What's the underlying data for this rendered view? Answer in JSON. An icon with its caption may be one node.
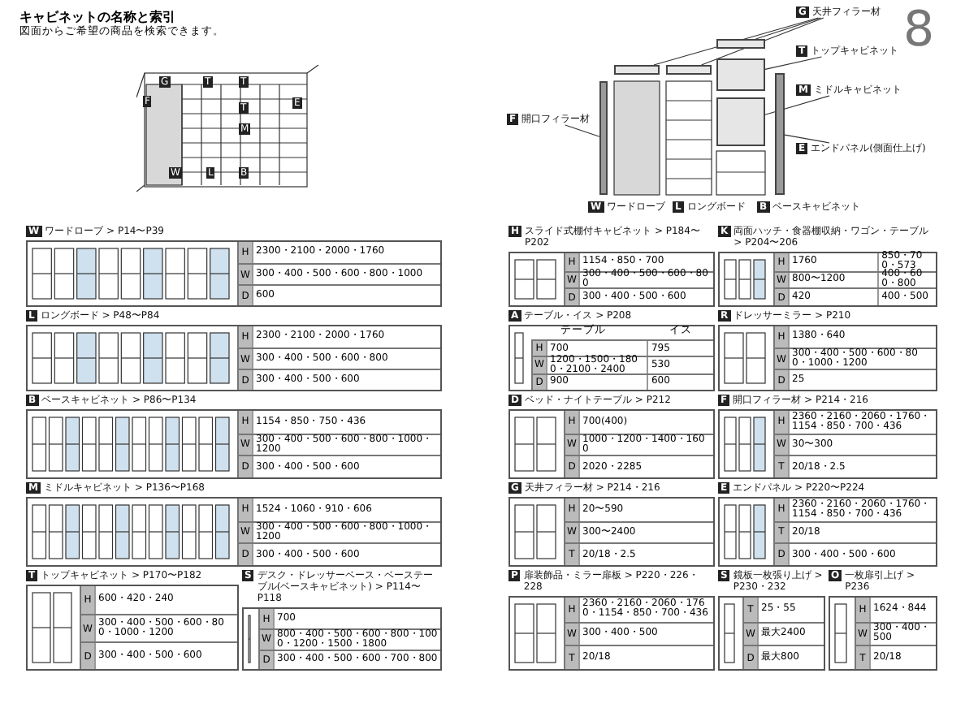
{
  "diagram": {
    "title": "キャビネットの名称と索引",
    "nodes": [
      {
        "text": [
          "W",
          "ワードローブ > P14〜P39"
        ]
      },
      {
        "text": [
          "H",
          "2300・2100・2000・1760"
        ],
        "in": 0
      },
      {
        "text": [
          "W",
          "300・400・500・600・800・1000"
        ],
        "in": 0
      },
      {
        "text": [
          "D",
          "600"
        ],
        "in": 0
      },
      {
        "text": [
          "L",
          "ロングボード > P48〜P84"
        ]
      },
      {
        "text": [
          "H",
          "2300・2100・2000・1760"
        ],
        "in": 4
      },
      {
        "text": [
          "W",
          "300・400・500・600・800"
        ],
        "in": 4
      },
      {
        "text": [
          "D",
          "300・400・500・600"
        ],
        "in": 4
      },
      {
        "text": [
          "B",
          "ベースキャビネット > P86〜P134"
        ]
      },
      {
        "text": [
          "H",
          "1154・850・750・436"
        ],
        "in": 8
      },
      {
        "text": [
          "W",
          "300・400・500・600・800・1000・1200"
        ],
        "in": 8
      },
      {
        "text": [
          "D",
          "300・400・500・600"
        ],
        "in": 8
      },
      {
        "text": [
          "M",
          "ミドルキャビネット > P136〜P168"
        ]
      },
      {
        "text": [
          "H",
          "1524・1060・910・606"
        ],
        "in": 12
      },
      {
        "text": [
          "W",
          "300・400・500・600・800・1000・1200"
        ],
        "in": 12
      },
      {
        "text": [
          "D",
          "300・400・500・600"
        ],
        "in": 12
      },
      {
        "text": [
          "T",
          "トップキャビネット > P170〜P182"
        ]
      },
      {
        "text": [
          "H",
          "600・420・240"
        ],
        "in": 16
      },
      {
        "text": [
          "W",
          "300・400・500・600・800・1000・1200"
        ],
        "in": 16
      },
      {
        "text": [
          "D",
          "300・400・500・600"
        ],
        "in": 16
      },
      {
        "text": [
          "S",
          "デスク・ドレッサーベース・ベーステーブル(ベースキャビネット) > P114〜P118"
        ]
      },
      {
        "text": [
          "H",
          "700"
        ],
        "in": 20
      },
      {
        "text": [
          "W",
          "800・400・500・600・800・1000・1200・1500・1800"
        ],
        "in": 20
      },
      {
        "text": [
          "D",
          "300・400・500・600・700・800"
        ],
        "in": 20
      },
      {
        "text": [
          "H",
          "スライド式棚付キャビネット > P184〜P202"
        ]
      },
      {
        "text": [
          "H",
          "1154・850・700"
        ],
        "in": 24
      },
      {
        "text": [
          "W",
          "300・400・500・600・800"
        ],
        "in": 24
      },
      {
        "text": [
          "D",
          "300・400・500・600"
        ],
        "in": 24
      },
      {
        "text": [
          "K",
          "両面ハッチ・食器棚収納・ワゴン・テーブル > P204〜206"
        ]
      },
      {
        "text": [
          "H",
          "1760",
          "850・700・573"
        ],
        "in": 28
      },
      {
        "text": [
          "W",
          "800〜1200",
          "400・600・800"
        ],
        "in": 28
      },
      {
        "text": [
          "D",
          "420",
          "400・500"
        ],
        "in": 28
      },
      {
        "text": [
          "A",
          "テーブル・イス > P208"
        ]
      },
      {
        "text": [
          "H",
          "700",
          "795"
        ],
        "in": 32
      },
      {
        "text": [
          "W",
          "1200・1500・1800・2100・2400",
          "530"
        ],
        "in": 32
      },
      {
        "text": [
          "D",
          "900",
          "600"
        ],
        "in": 32
      },
      {
        "text": [
          "R",
          "ドレッサーミラー > P210"
        ]
      },
      {
        "text": [
          "H",
          "1380・640"
        ],
        "in": 36
      },
      {
        "text": [
          "W",
          "300・400・500・600・800・1000・1200"
        ],
        "in": 36
      },
      {
        "text": [
          "D",
          "25"
        ],
        "in": 36
      },
      {
        "text": [
          "D",
          "ベッド・ナイトテーブル > P212"
        ]
      },
      {
        "text": [
          "H",
          "700(400)"
        ],
        "in": 40
      },
      {
        "text": [
          "W",
          "1000・1200・1400・1600"
        ],
        "in": 40
      },
      {
        "text": [
          "D",
          "2020・2285"
        ],
        "in": 40
      },
      {
        "text": [
          "F",
          "開口フィラー材 > P214・216"
        ]
      },
      {
        "text": [
          "H",
          "2360・2160・2060・1760・1154・850・700・436"
        ],
        "in": 44
      },
      {
        "text": [
          "W",
          "30〜300"
        ],
        "in": 44
      },
      {
        "text": [
          "T",
          "20/18・2.5"
        ],
        "in": 44
      },
      {
        "text": [
          "G",
          "天井フィラー材 > P214・216"
        ]
      },
      {
        "text": [
          "H",
          "20〜590"
        ],
        "in": 48
      },
      {
        "text": [
          "W",
          "300〜2400"
        ],
        "in": 48
      },
      {
        "text": [
          "T",
          "20/18・2.5"
        ],
        "in": 48
      },
      {
        "text": [
          "E",
          "エンドパネル > P220〜P224"
        ]
      },
      {
        "text": [
          "H",
          "2360・2160・2060・1760・1154・850・700・436"
        ],
        "in": 52
      },
      {
        "text": [
          "T",
          "20/18"
        ],
        "in": 52
      },
      {
        "text": [
          "D",
          "300・400・500・600"
        ],
        "in": 52
      },
      {
        "text": [
          "P",
          "扉装飾品・ミラー扉板 > P220・226・228"
        ]
      },
      {
        "text": [
          "H",
          "2360・2160・2060・1760・1154・850・700・436"
        ],
        "in": 56
      },
      {
        "text": [
          "W",
          "300・400・500"
        ],
        "in": 56
      },
      {
        "text": [
          "T",
          "20/18"
        ],
        "in": 56
      },
      {
        "text": [
          "S",
          "鏡板一枚張り上げ > P230・232"
        ]
      },
      {
        "text": [
          "T",
          "25・55"
        ],
        "in": 60
      },
      {
        "text": [
          "W",
          "最大2400"
        ],
        "in": 60
      },
      {
        "text": [
          "D",
          "最大800"
        ],
        "in": 60
      },
      {
        "text": [
          "O",
          "一枚扉引上げ > P236"
        ]
      },
      {
        "text": [
          "H",
          "1624・844"
        ],
        "in": 64
      },
      {
        "text": [
          "W",
          "300・400・500"
        ],
        "in": 64
      },
      {
        "text": [
          "T",
          "20/18"
        ],
        "in": 64
      },
      {
        "text": [
          "G",
          "天井フィラー材"
        ]
      },
      {
        "text": [
          "T",
          "トップキャビネット"
        ]
      },
      {
        "text": [
          "M",
          "ミドルキャビネット"
        ]
      },
      {
        "text": [
          "E",
          "エンドパネル(側面仕上げ)"
        ]
      },
      {
        "text": [
          "F",
          "開口フィラー材"
        ]
      },
      {
        "text": [
          "W",
          "ワードローブ"
        ]
      },
      {
        "text": [
          "L",
          "ロングボード"
        ]
      },
      {
        "text": [
          "B",
          "ベースキャビネット"
        ]
      },
      {
        "text": [],
        "shape": "box"
      },
      {
        "text": [],
        "shape": "box"
      },
      {
        "text": [],
        "shape": "box"
      },
      {
        "text": [],
        "shape": "box"
      },
      {
        "text": [],
        "shape": "box"
      },
      {
        "text": [],
        "shape": "bar"
      },
      {
        "text": [],
        "shape": "bar"
      }
    ],
    "edges": [
      {
        "from": 68,
        "to": 76,
        "arrow": "none"
      },
      {
        "from": 68,
        "to": 77,
        "arrow": "none"
      },
      {
        "from": 68,
        "to": 78,
        "arrow": "none"
      },
      {
        "from": 69,
        "to": 79,
        "arrow": "none"
      },
      {
        "from": 70,
        "to": 80,
        "arrow": "none"
      },
      {
        "from": 71,
        "to": 82,
        "arrow": "none"
      },
      {
        "from": 72,
        "to": 81,
        "arrow": "none"
      }
    ],
    "labels": [
      "図面からご希望の商品を検索できます。",
      "8",
      "G",
      "T",
      "T",
      "F",
      "E",
      "T",
      "M",
      "W",
      "L",
      "B",
      "テーブル",
      "イス"
    ]
  }
}
